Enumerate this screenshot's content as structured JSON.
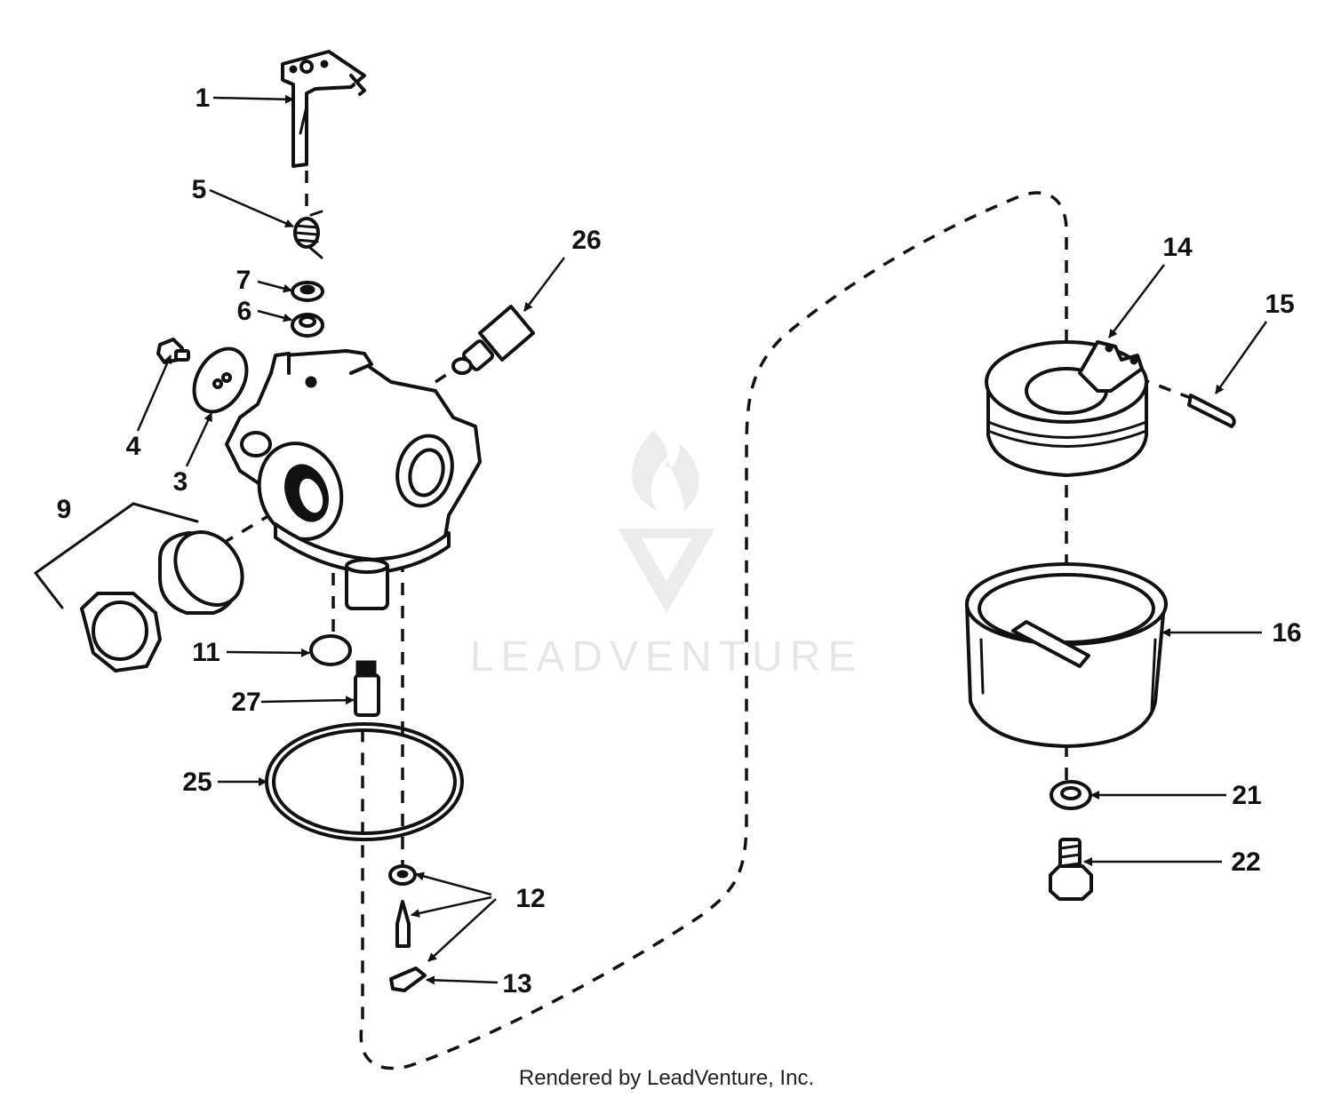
{
  "watermark": {
    "text": "LEADVENTURE"
  },
  "footer": {
    "text": "Rendered by LeadVenture, Inc."
  },
  "callouts": {
    "c1": "1",
    "c3": "3",
    "c4": "4",
    "c5": "5",
    "c6": "6",
    "c7": "7",
    "c9": "9",
    "c11": "11",
    "c12": "12",
    "c13": "13",
    "c14": "14",
    "c15": "15",
    "c16": "16",
    "c21": "21",
    "c22": "22",
    "c25": "25",
    "c26": "26",
    "c27": "27"
  }
}
